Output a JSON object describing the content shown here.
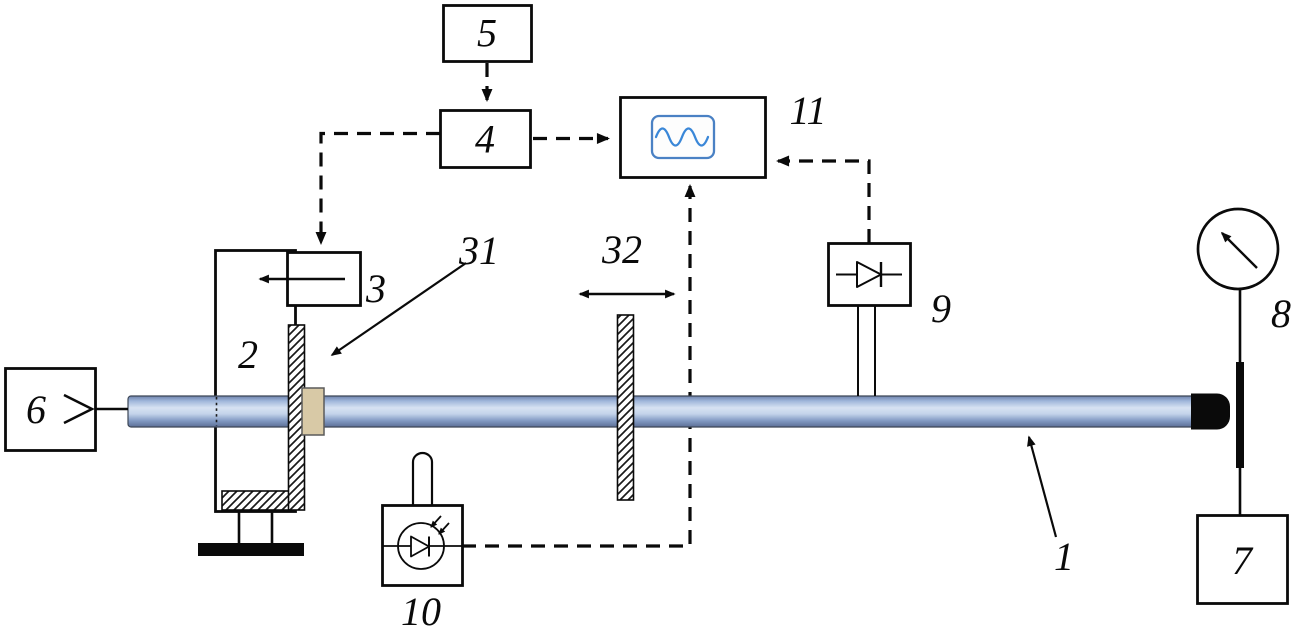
{
  "diagram": {
    "components": [
      {
        "id": "box-5",
        "label": "5"
      },
      {
        "id": "box-4",
        "label": "4"
      },
      {
        "id": "oscilloscope-11",
        "label": "11"
      },
      {
        "id": "box-3",
        "label": "3"
      },
      {
        "id": "stand-2",
        "label": "2"
      },
      {
        "id": "membrane-31",
        "label": "31"
      },
      {
        "id": "membrane-32",
        "label": "32"
      },
      {
        "id": "diode-unit-9",
        "label": "9"
      },
      {
        "id": "gauge-8",
        "label": "8"
      },
      {
        "id": "box-6",
        "label": "6"
      },
      {
        "id": "photodetector-10",
        "label": "10"
      },
      {
        "id": "tube-1",
        "label": "1"
      },
      {
        "id": "box-7",
        "label": "7"
      }
    ],
    "colors": {
      "waveform_blue": "#3a87d8",
      "scope_border": "#4a81c4",
      "coupling_tan": "#d8c9a6",
      "tube_light": "#d7e2f2",
      "tube_dark": "#5c6f96",
      "line_black": "#0a0a0a"
    }
  }
}
